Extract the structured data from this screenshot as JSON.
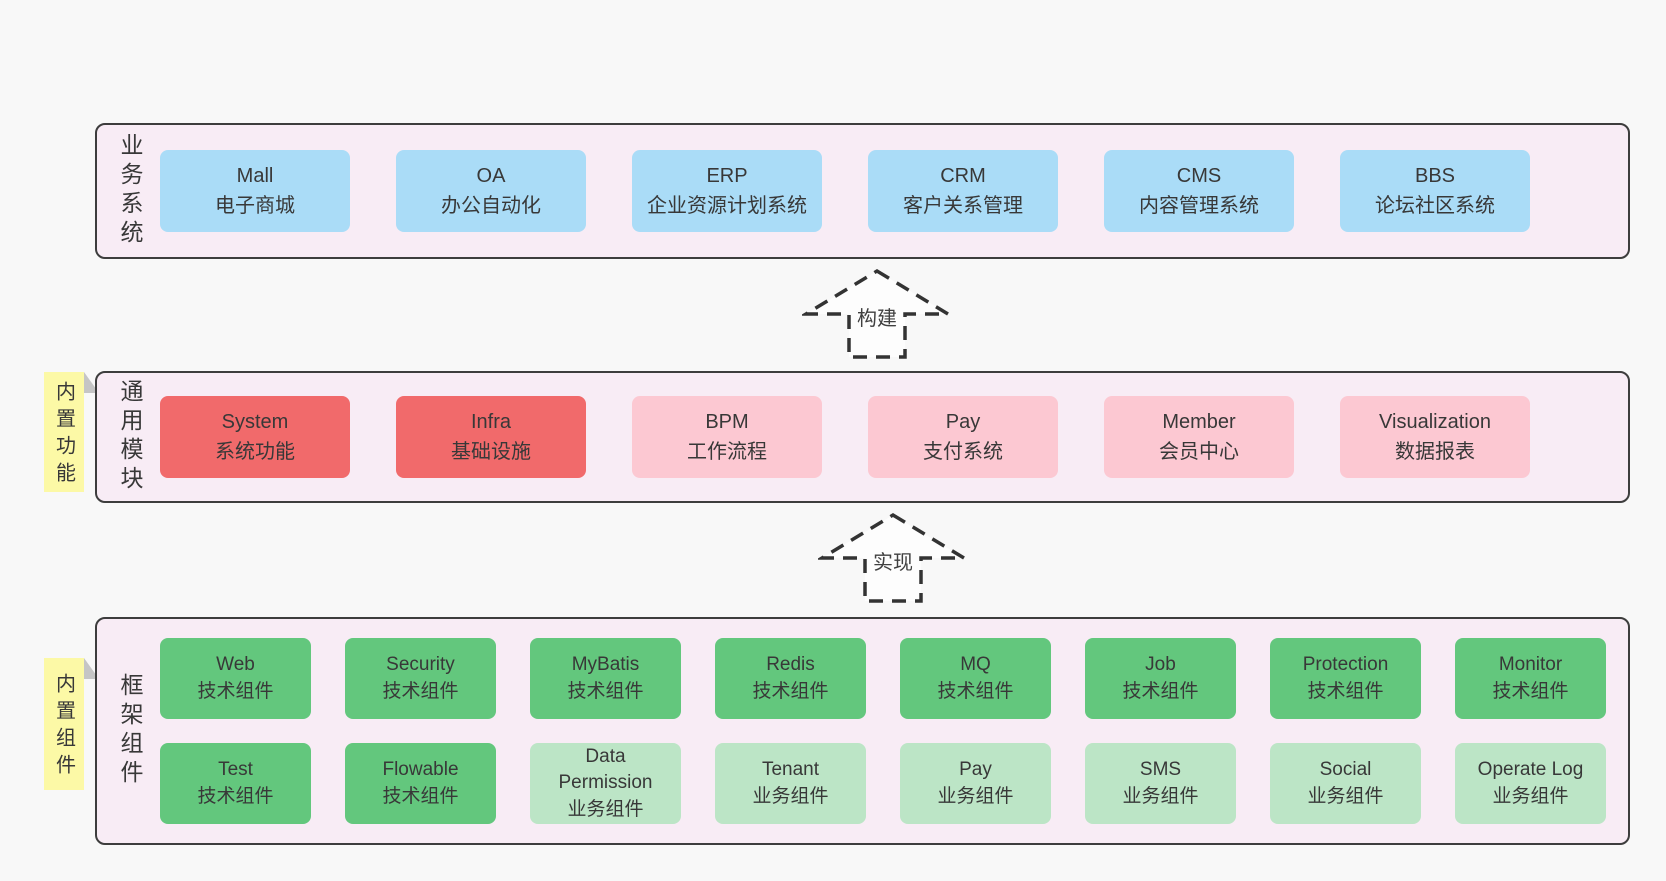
{
  "colors": {
    "page-bg": "#f8f8f8",
    "panel-bg": "#f8ecf5",
    "panel-border": "#3d3d3d",
    "ink": "#383838",
    "blue": "#aadcf7",
    "red": "#f16a6b",
    "pink": "#fcc8d2",
    "green": "#63c77d",
    "lightgreen": "#bce5c6",
    "yellow": "#fcf9a6",
    "fold": "#c5c5c5",
    "arrow-fill": "#fdfdfd",
    "arrow-stroke": "#333333"
  },
  "sections": {
    "business": {
      "label": "业务系统",
      "items": [
        {
          "name": "Mall",
          "desc": "电子商城"
        },
        {
          "name": "OA",
          "desc": "办公自动化"
        },
        {
          "name": "ERP",
          "desc": "企业资源计划系统"
        },
        {
          "name": "CRM",
          "desc": "客户关系管理"
        },
        {
          "name": "CMS",
          "desc": "内容管理系统"
        },
        {
          "name": "BBS",
          "desc": "论坛社区系统"
        }
      ]
    },
    "arrows": {
      "build": "构建",
      "implement": "实现"
    },
    "modules": {
      "label": "通用模块",
      "sticky": "内置功能",
      "items": [
        {
          "name": "System",
          "desc": "系统功能"
        },
        {
          "name": "Infra",
          "desc": "基础设施"
        },
        {
          "name": "BPM",
          "desc": "工作流程"
        },
        {
          "name": "Pay",
          "desc": "支付系统"
        },
        {
          "name": "Member",
          "desc": "会员中心"
        },
        {
          "name": "Visualization",
          "desc": "数据报表"
        }
      ]
    },
    "framework": {
      "label": "框架组件",
      "sticky": "内置组件",
      "row1": [
        {
          "name": "Web",
          "desc": "技术组件"
        },
        {
          "name": "Security",
          "desc": "技术组件"
        },
        {
          "name": "MyBatis",
          "desc": "技术组件"
        },
        {
          "name": "Redis",
          "desc": "技术组件"
        },
        {
          "name": "MQ",
          "desc": "技术组件"
        },
        {
          "name": "Job",
          "desc": "技术组件"
        },
        {
          "name": "Protection",
          "desc": "技术组件"
        },
        {
          "name": "Monitor",
          "desc": "技术组件"
        }
      ],
      "row2": [
        {
          "name": "Test",
          "desc": "技术组件"
        },
        {
          "name": "Flowable",
          "desc": "技术组件"
        },
        {
          "name": "Data Permission",
          "desc": "业务组件"
        },
        {
          "name": "Tenant",
          "desc": "业务组件"
        },
        {
          "name": "Pay",
          "desc": "业务组件"
        },
        {
          "name": "SMS",
          "desc": "业务组件"
        },
        {
          "name": "Social",
          "desc": "业务组件"
        },
        {
          "name": "Operate Log",
          "desc": "业务组件"
        }
      ]
    }
  }
}
